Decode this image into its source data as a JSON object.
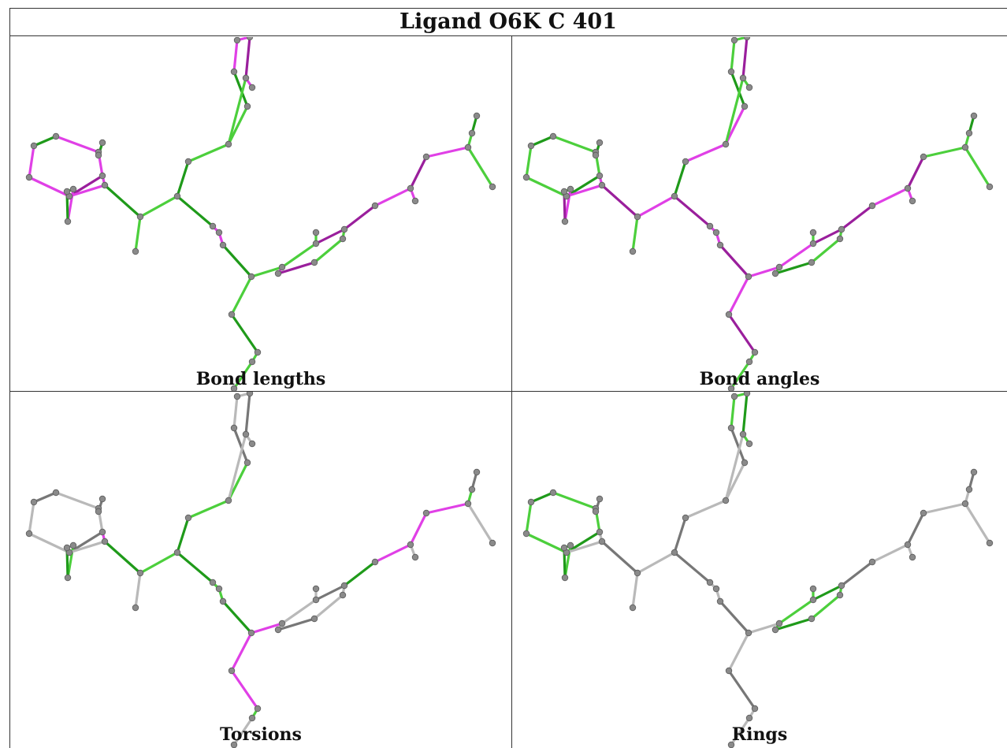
{
  "title": "Ligand O6K C 401",
  "panels": [
    {
      "caption": "Bond lengths",
      "scheme": "lengths"
    },
    {
      "caption": "Bond angles",
      "scheme": "angles"
    },
    {
      "caption": "Torsions",
      "scheme": "torsions"
    },
    {
      "caption": "Rings",
      "scheme": "rings"
    }
  ],
  "colors": {
    "green": "#4ccf3c",
    "dark_green": "#1f9a1a",
    "magenta": "#e040e6",
    "dark_magenta": "#9a1f9c",
    "grey": "#b9b9b9",
    "dark_grey": "#777777",
    "atom": "#8a8a8a"
  }
}
